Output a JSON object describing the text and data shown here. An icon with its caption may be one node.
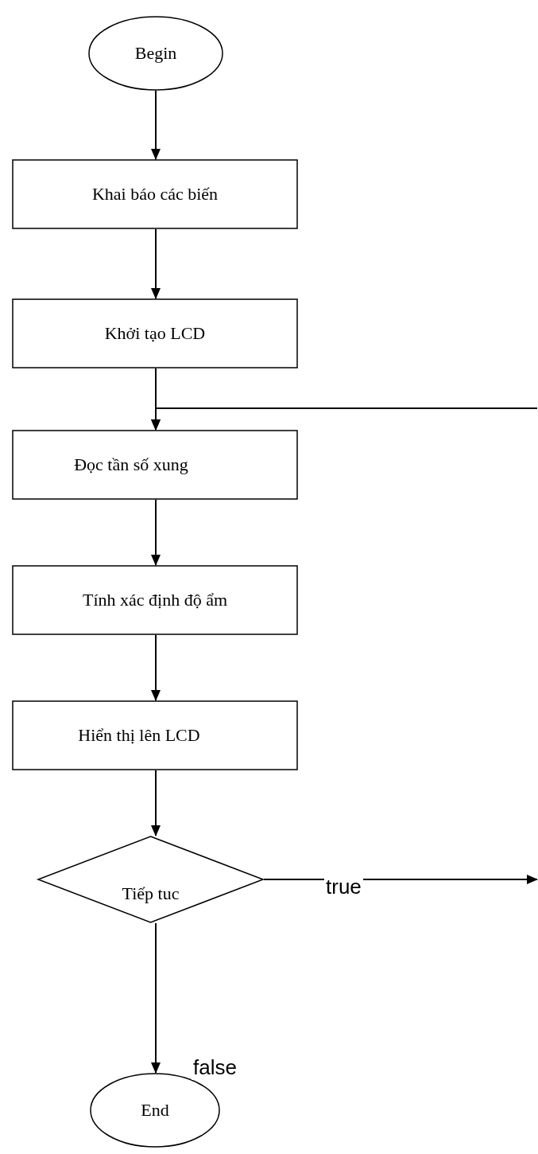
{
  "diagram": {
    "nodes": [
      {
        "text": [
          "Begin"
        ]
      },
      {
        "text": [
          "Khai báo các biến"
        ]
      },
      {
        "text": [
          "Khởi tạo LCD"
        ]
      },
      {
        "text": [
          "Đọc tần số xung"
        ]
      },
      {
        "text": [
          "Tính xác định độ ẩm"
        ]
      },
      {
        "text": [
          "Hiển thị lên LCD"
        ]
      },
      {
        "text": [
          "Tiếp tuc"
        ]
      },
      {
        "text": [
          "End"
        ]
      }
    ],
    "edges": [
      {
        "from": 0,
        "to": 1,
        "arrow": "to"
      },
      {
        "from": 1,
        "to": 2,
        "arrow": "to"
      },
      {
        "from": 2,
        "to": 3,
        "arrow": "to"
      },
      {
        "from": 3,
        "to": 4,
        "arrow": "to"
      },
      {
        "from": 4,
        "to": 5,
        "arrow": "to"
      },
      {
        "from": 5,
        "to": 6,
        "arrow": "to"
      },
      {
        "from": 6,
        "to": 7,
        "arrow": "to",
        "label": "false"
      },
      {
        "from": 6,
        "to": null,
        "arrow": "to",
        "label": "true"
      },
      {
        "from": null,
        "to": 3,
        "arrow": "to"
      }
    ]
  }
}
